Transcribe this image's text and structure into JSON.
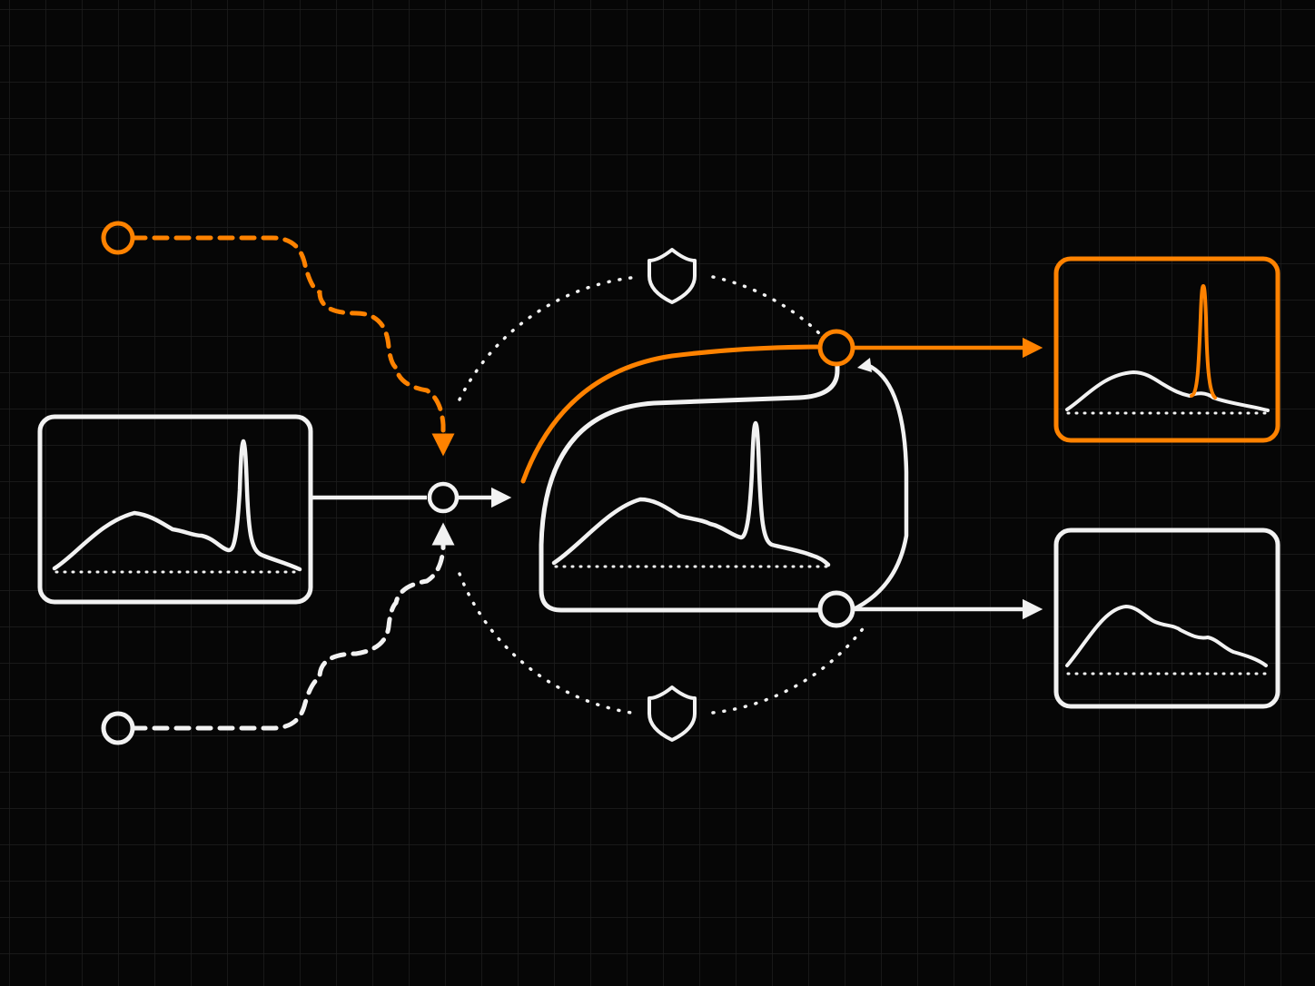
{
  "colors": {
    "background": "#060606",
    "grid": "#1f1f1f",
    "line": "#f2f2f2",
    "accent": "#ff8200"
  },
  "icons": {
    "top_guard": "shield-icon",
    "bottom_guard": "shield-icon"
  },
  "panels": {
    "input": {
      "color": "line",
      "content": "spectrum-broad-with-sharp-peak"
    },
    "center": {
      "color": "line",
      "content": "spectrum-broad-with-sharp-peak"
    },
    "output_top": {
      "color": "accent",
      "content": "spectrum-broad-with-highlighted-peak"
    },
    "output_bottom": {
      "color": "line",
      "content": "spectrum-broad-only"
    }
  },
  "signals": {
    "top_source": {
      "color": "accent",
      "style": "dashed"
    },
    "bottom_source": {
      "color": "line",
      "style": "dashed"
    }
  }
}
